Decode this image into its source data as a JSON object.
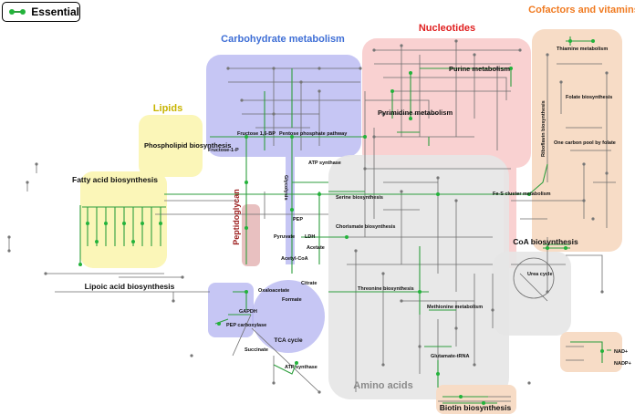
{
  "legend": {
    "label": "Essential"
  },
  "colors": {
    "carbohydrate": "#b3b3f0",
    "nucleotides": "#f8c9c9",
    "cofactors": "#f7dcc6",
    "lipids": "#fbf6b8",
    "aminoacids": "#e6e6e6",
    "peptidoglycan": "#e8c0c0",
    "essential": "#2e9e3e",
    "pathway": "#6e6e6e"
  },
  "regions": {
    "carbohydrate": "Carbohydrate metabolism",
    "nucleotides": "Nucleotides",
    "cofactors": "Cofactors and vitamins",
    "lipids": "Lipids",
    "aminoacids": "Amino acids",
    "peptidoglycan": "Peptidoglycan",
    "fatty_acid": "Fatty acid biosynthesis",
    "lipoic": "Lipoic acid biosynthesis",
    "coa": "CoA biosynthesis",
    "biotin": "Biotin biosynthesis",
    "tca": "TCA cycle"
  },
  "labels": {
    "thiamine": "Thiamine metabolism",
    "purine": "Purine metabolism",
    "pyrimidine": "Pyrimidine metabolism",
    "folate": "Folate biosynthesis",
    "riboflavin": "Riboflavin biosynthesis",
    "one_carbon": "One carbon pool by folate",
    "phospholipid": "Phospholipid biosynthesis",
    "fructose_1p": "Fructose-1-P",
    "fructose_16bp": "Fructose 1,6-BP",
    "pentose": "Pentose phosphate pathway",
    "glycolysis": "Glycolysis",
    "atp_synthase": "ATP synthase",
    "serine": "Serine biosynthesis",
    "fes": "Fe-S cluster metabolism",
    "chorismate": "Chorismate biosynthesis",
    "pep": "PEP",
    "pyruvate": "Pyruvate",
    "ldh": "LDH",
    "acetate": "Acetate",
    "acetyl_coa": "Acetyl-CoA",
    "oxaloacetate": "Oxaloacetate",
    "citrate": "Citrate",
    "formate": "Formate",
    "gapdh": "GAPDH",
    "pep_carboxylase": "PEP carboxylase",
    "succinate": "Succinate",
    "threonine": "Threonine biosynthesis",
    "urea": "Urea cycle",
    "methionine": "Methionine metabolism",
    "glutamate": "Glutamate-tRNA",
    "nad": "NAD+",
    "nadp": "NADP+"
  }
}
